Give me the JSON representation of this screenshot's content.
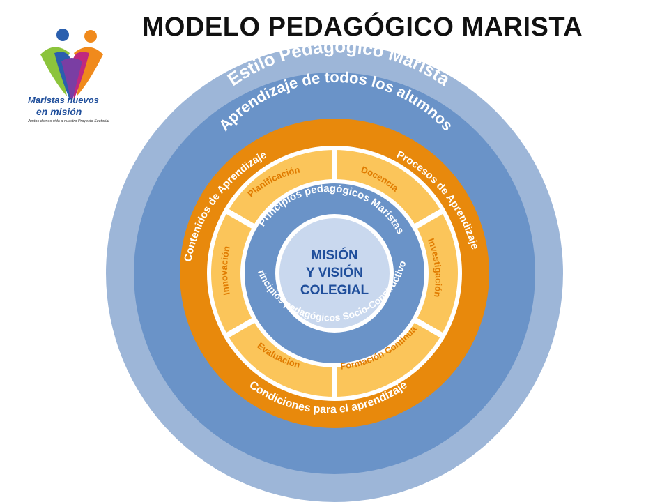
{
  "title": "MODELO PEDAGÓGICO MARISTA",
  "logo": {
    "line1": "Maristas nuevos",
    "line2": "en misión",
    "tagline": "Juntos damos vida a nuestro Proyecto Sectorial"
  },
  "rings": {
    "outer": "Estilo Pedagógico Marista",
    "second": "Aprendizaje de todos los alumnos",
    "orange_top_left": "Contenidos de Aprendizaje",
    "orange_top_right": "Procesos de Aprendizaje",
    "orange_bottom": "Condiciones para el aprendizaje",
    "inner_top": "Principios pedagógicos Maristas",
    "inner_bottom": "Principios pedagógicos Socio-Constructivos"
  },
  "segments": {
    "planificacion": "Planificación",
    "docencia": "Docencia",
    "investigacion": "Investigación",
    "formacion": "Formación Continua",
    "evaluacion": "Evaluación",
    "innovacion": "Innovación"
  },
  "core": {
    "line1": "MISIÓN",
    "line2": "Y VISIÓN",
    "line3": "COLEGIAL"
  },
  "colors": {
    "outer_ring": "#9db6d8",
    "second_ring": "#6a93c8",
    "orange_ring": "#e8890c",
    "segment_fill": "#fbc55a",
    "inner_ring": "#6a93c8",
    "core": "#c9d8ee",
    "brand_blue": "#1f4e9b"
  }
}
